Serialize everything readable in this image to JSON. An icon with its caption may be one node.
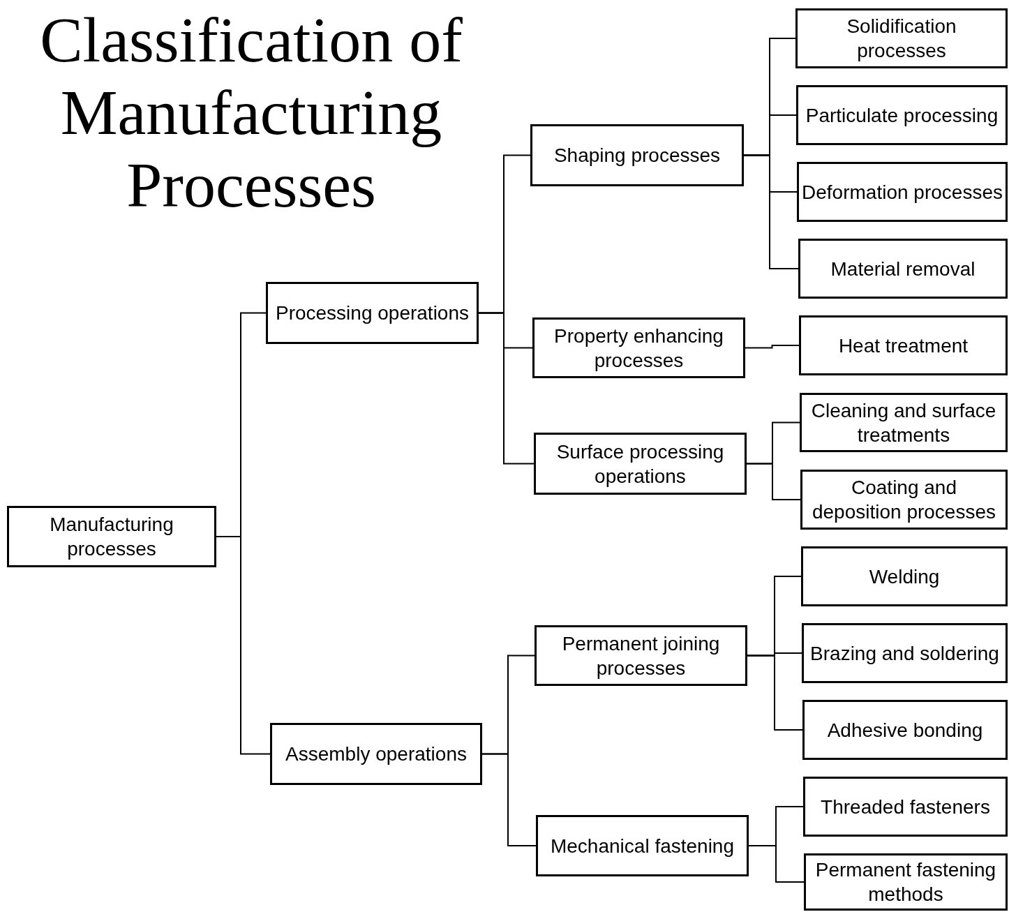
{
  "diagram": {
    "title": "Classification of Manufacturing Processes",
    "nodes": [
      {
        "text": [
          "Manufacturing processes"
        ]
      },
      {
        "text": [
          "Processing operations"
        ]
      },
      {
        "text": [
          "Assembly operations"
        ]
      },
      {
        "text": [
          "Shaping processes"
        ]
      },
      {
        "text": [
          "Property enhancing processes"
        ]
      },
      {
        "text": [
          "Surface processing operations"
        ]
      },
      {
        "text": [
          "Permanent joining processes"
        ]
      },
      {
        "text": [
          "Mechanical fastening"
        ]
      },
      {
        "text": [
          "Solidification processes"
        ]
      },
      {
        "text": [
          "Particulate processing"
        ]
      },
      {
        "text": [
          "Deformation processes"
        ]
      },
      {
        "text": [
          "Material removal"
        ]
      },
      {
        "text": [
          "Heat treatment"
        ]
      },
      {
        "text": [
          "Cleaning and surface treatments"
        ]
      },
      {
        "text": [
          "Coating and deposition processes"
        ]
      },
      {
        "text": [
          "Welding"
        ]
      },
      {
        "text": [
          "Brazing and soldering"
        ]
      },
      {
        "text": [
          "Adhesive bonding"
        ]
      },
      {
        "text": [
          "Threaded fasteners"
        ]
      },
      {
        "text": [
          "Permanent fastening methods"
        ]
      }
    ],
    "edges": [
      {
        "from": 0,
        "to": 1,
        "arrow": "none"
      },
      {
        "from": 0,
        "to": 2,
        "arrow": "none"
      },
      {
        "from": 1,
        "to": 3,
        "arrow": "none"
      },
      {
        "from": 1,
        "to": 4,
        "arrow": "none"
      },
      {
        "from": 1,
        "to": 5,
        "arrow": "none"
      },
      {
        "from": 2,
        "to": 6,
        "arrow": "none"
      },
      {
        "from": 2,
        "to": 7,
        "arrow": "none"
      },
      {
        "from": 3,
        "to": 8,
        "arrow": "none"
      },
      {
        "from": 3,
        "to": 9,
        "arrow": "none"
      },
      {
        "from": 3,
        "to": 10,
        "arrow": "none"
      },
      {
        "from": 3,
        "to": 11,
        "arrow": "none"
      },
      {
        "from": 4,
        "to": 12,
        "arrow": "none"
      },
      {
        "from": 5,
        "to": 13,
        "arrow": "none"
      },
      {
        "from": 5,
        "to": 14,
        "arrow": "none"
      },
      {
        "from": 6,
        "to": 15,
        "arrow": "none"
      },
      {
        "from": 6,
        "to": 16,
        "arrow": "none"
      },
      {
        "from": 6,
        "to": 17,
        "arrow": "none"
      },
      {
        "from": 7,
        "to": 18,
        "arrow": "none"
      },
      {
        "from": 7,
        "to": 19,
        "arrow": "none"
      }
    ]
  }
}
